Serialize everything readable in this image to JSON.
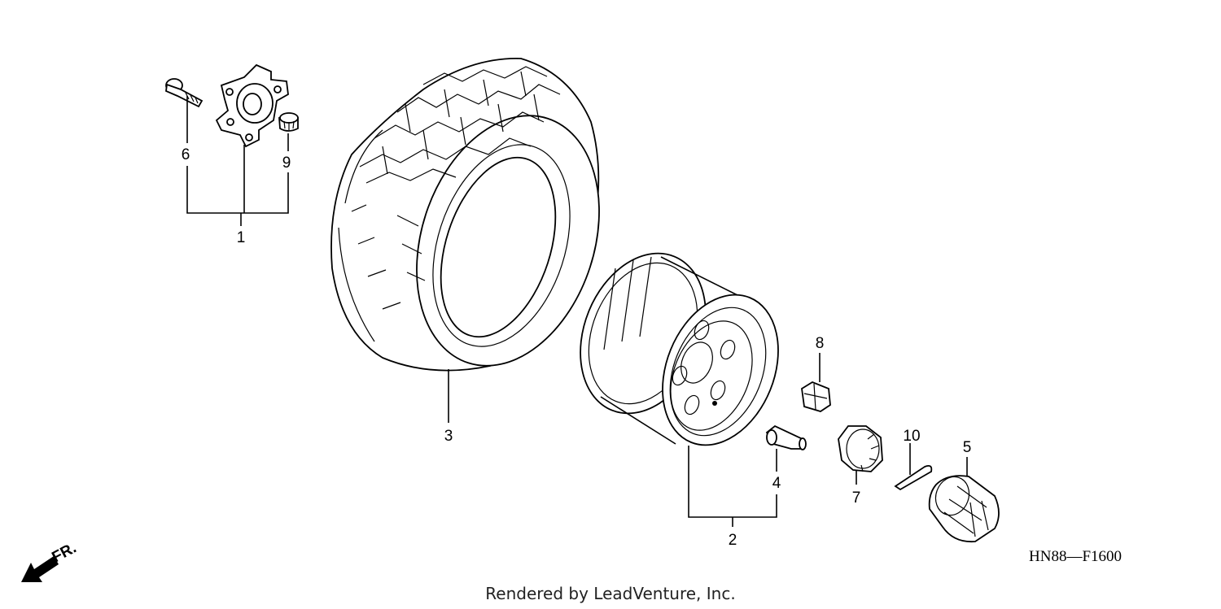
{
  "callouts": {
    "c1": "1",
    "c2": "2",
    "c3": "3",
    "c4": "4",
    "c5": "5",
    "c6": "6",
    "c7": "7",
    "c8": "8",
    "c9": "9",
    "c10": "10"
  },
  "direction_label": "FR.",
  "diagram_code": "HN88—F1600",
  "credit": "Rendered by LeadVenture, Inc.",
  "colors": {
    "ink": "#000000",
    "background": "#ffffff"
  }
}
